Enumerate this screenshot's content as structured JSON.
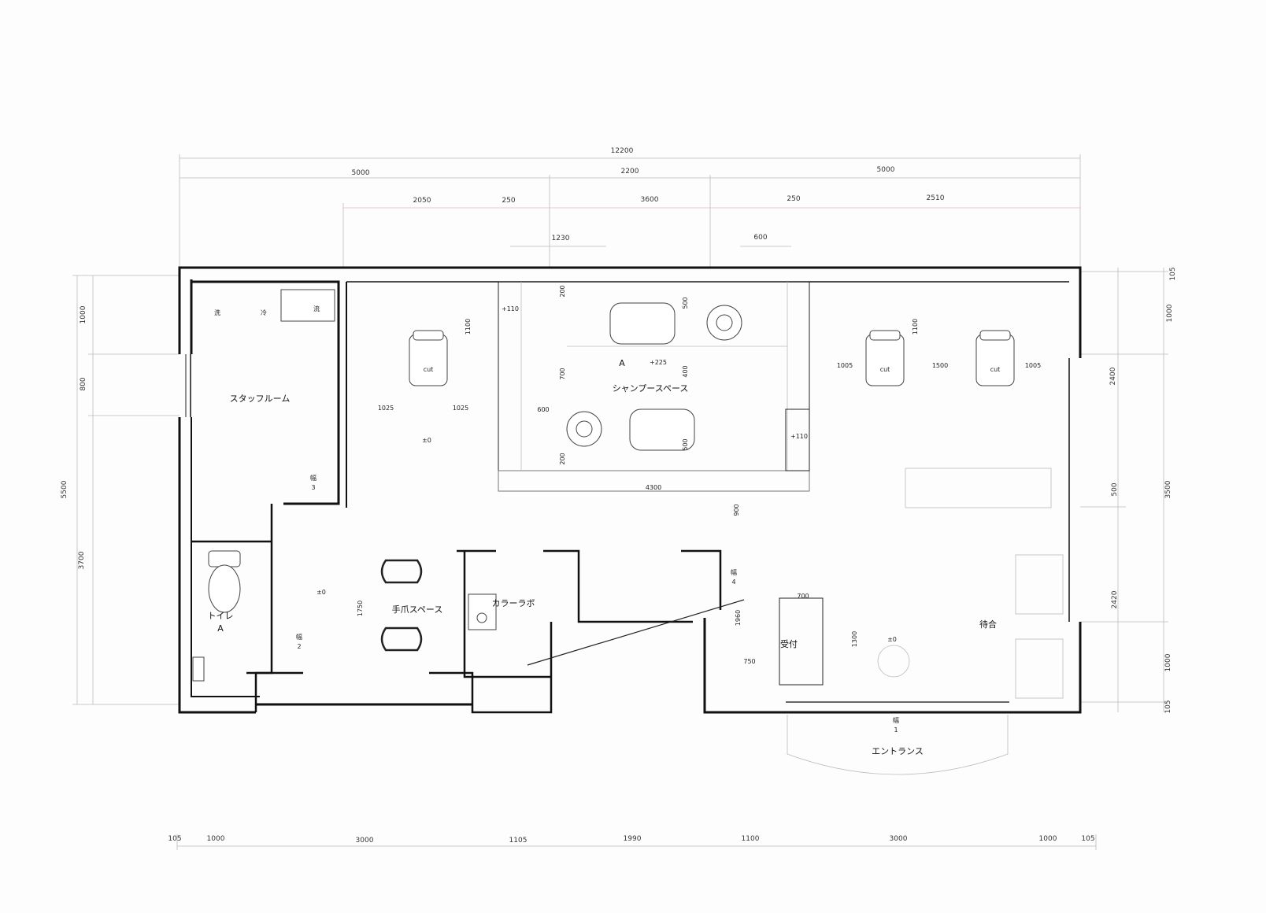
{
  "dimensions": {
    "top_total": "12200",
    "top_row1": [
      "5000",
      "2200",
      "5000"
    ],
    "top_row2": [
      "2050",
      "250",
      "3600",
      "250",
      "2510"
    ],
    "top_row3": [
      "1230",
      "600"
    ],
    "bottom": [
      "105",
      "1000",
      "3000",
      "1105",
      "1990",
      "1100",
      "3000",
      "1000",
      "105"
    ],
    "left_total": "5500",
    "left_segments": [
      "1000",
      "800",
      "3700"
    ],
    "right_outer": [
      "105",
      "1000",
      "2400",
      "3500",
      "2420",
      "1000",
      "105"
    ],
    "right_inner": "500",
    "interior": {
      "d1100_a": "1100",
      "d1100_b": "1100",
      "d1025_a": "1025",
      "d1025_b": "1025",
      "d1005_a": "1005",
      "d1500": "1500",
      "d1005_b": "1005",
      "d4300": "4300",
      "d200_a": "200",
      "d500_a": "500",
      "d400": "400",
      "d700_a": "700",
      "d600": "600",
      "d500_b": "500",
      "d200_b": "200",
      "d900": "900",
      "d1750": "1750",
      "d1960": "1960",
      "d700_b": "700",
      "d1300": "1300",
      "d750": "750"
    }
  },
  "rooms": {
    "staff_room": "スタッフルーム",
    "shampoo_space": "シャンプースペース",
    "shampoo_tag": "A",
    "shampoo_level": "+225",
    "nail_space": "手爪スペース",
    "color_lab": "カラーラボ",
    "toilet": "トイレ",
    "toilet_tag": "A",
    "reception": "受付",
    "waiting": "待合",
    "entrance": "エントランス",
    "wash": "洗",
    "cool": "冷",
    "sink_label": "流",
    "level_plus110_a": "+110",
    "level_plus110_b": "+110",
    "level_0_a": "±0",
    "level_0_b": "±0",
    "level_0_c": "±0",
    "cut_labels": [
      "cut",
      "cut",
      "cut"
    ]
  },
  "doors": {
    "d1": {
      "label": "幅",
      "num": "1"
    },
    "d2": {
      "label": "幅",
      "num": "2"
    },
    "d3": {
      "label": "幅",
      "num": "3"
    },
    "d4": {
      "label": "幅",
      "num": "4"
    }
  }
}
